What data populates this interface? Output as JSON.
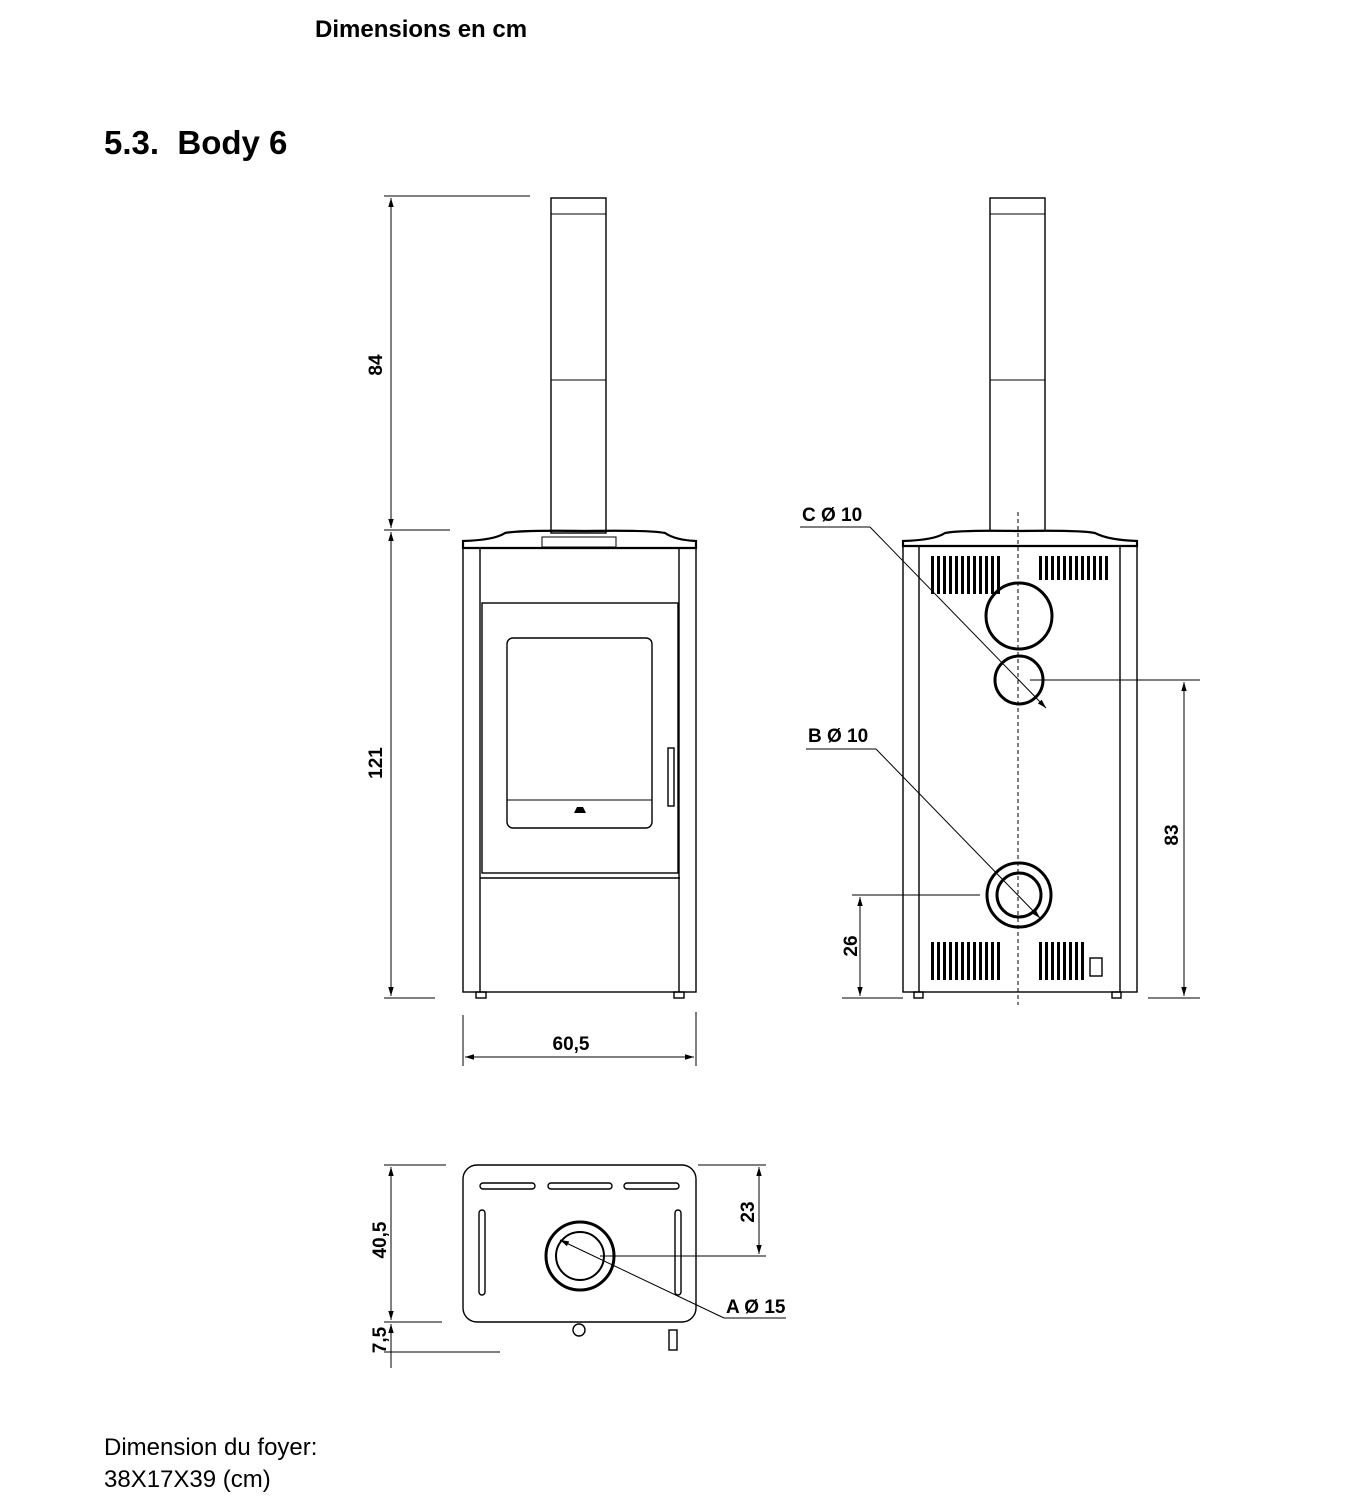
{
  "header": {
    "caption": "Dimensions en cm"
  },
  "section": {
    "number": "5.3.",
    "title": "Body 6"
  },
  "dimensions": {
    "flue_height": "84",
    "body_height": "121",
    "width": "60,5",
    "outlet_c": "C Ø 10",
    "outlet_b": "B Ø 10",
    "outlet_c_height": "83",
    "outlet_b_height": "26",
    "depth": "40,5",
    "outlet_a_offset": "23",
    "door_projection": "7,5",
    "outlet_a": "A Ø 15"
  },
  "foyer": {
    "label": "Dimension du foyer:",
    "value": "38X17X39 (cm)"
  }
}
